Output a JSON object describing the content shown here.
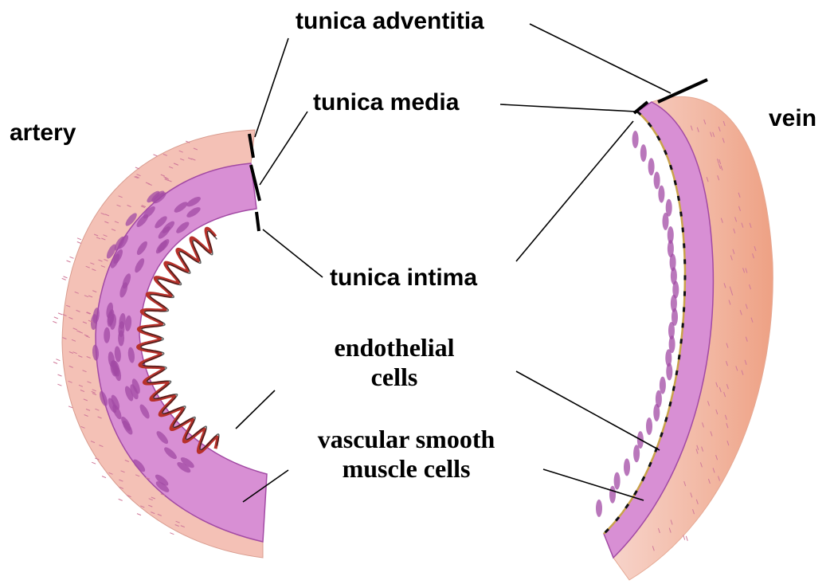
{
  "labels": {
    "artery": "artery",
    "vein": "vein",
    "tunica_adventitia": "tunica adventitia",
    "tunica_media": "tunica media",
    "tunica_intima": "tunica intima",
    "endothelial_line1": "endothelial",
    "endothelial_line2": "cells",
    "vsmc_line1": "vascular smooth",
    "vsmc_line2": "muscle cells"
  },
  "colors": {
    "adventitia": "#f4c6bc",
    "adventitia_dark": "#eca98e",
    "media": "#d98ad6",
    "media_cells": "#a24aa4",
    "intima": "#b7312a",
    "leader_line": "#000000"
  }
}
